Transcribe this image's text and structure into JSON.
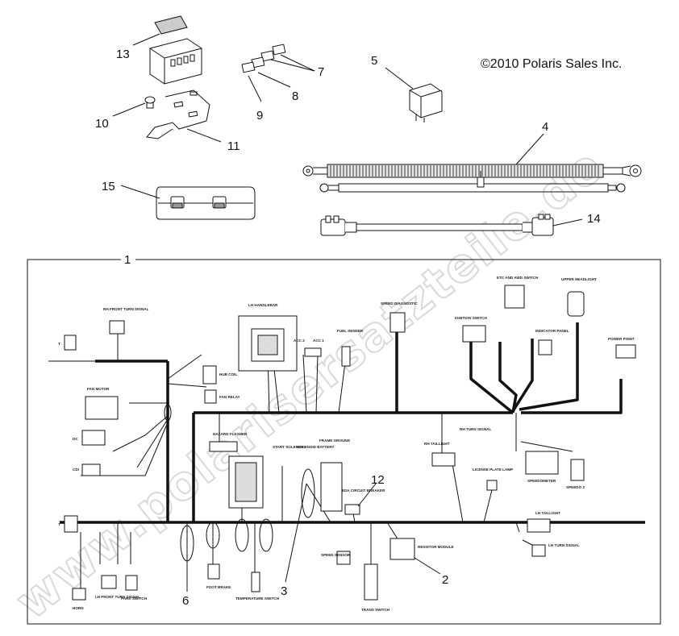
{
  "copyright": "©2010 Polaris Sales Inc.",
  "watermark": "www.polarisersatzteile.de",
  "callouts": [
    "1",
    "2",
    "3",
    "4",
    "5",
    "6",
    "7",
    "8",
    "9",
    "10",
    "11",
    "12",
    "13",
    "14",
    "15"
  ],
  "labels": {
    "rh_front_turn_signal": "RH FRONT TURN SIGNAL",
    "lh_handlebar": "LH HANDLEBAR",
    "speed_diagnostic": "SPEED DIAGNOSTIC",
    "etc_and_awd_switch": "ETC AND AWD SWITCH",
    "upper_headlight": "UPPER HEADLIGHT",
    "ignition_switch": "IGNITION SWITCH",
    "indicator_panel": "INDICATOR PANEL",
    "power_point": "POWER POINT",
    "fan_motor": "FAN MOTOR",
    "hub_coil": "HUB COIL",
    "fan_relay": "FAN RELAY",
    "fuel_sender": "FUEL SENDER",
    "acc_2": "ACC 2",
    "acc_1": "ACC 1",
    "hazard_flasher": "HAZARD FLASHER",
    "start_solenoid": "START SOLENOID",
    "solenoid_battery": "SOLENOID BATTERY",
    "frame_ground": "FRAME GROUND",
    "rh_taillight": "RH TAILLIGHT",
    "rh_turn_signal": "RH TURN SIGNAL",
    "license_plate_lamp": "LICENSE PLATE LAMP",
    "speedometer": "SPEEDOMETER",
    "speedo_2": "SPEEDO 2",
    "eda_circuit_breaker": "EDA CIRCUIT BREAKER",
    "speed_sensor": "SPEED SENSOR",
    "resistor_module": "RESISTOR MODULE",
    "trans_switch": "TRANS SWITCH",
    "lh_taillight": "LH TAILLIGHT",
    "lh_turn_signal": "LH TURN SIGNAL",
    "foot_brake": "FOOT BRAKE",
    "temperature_switch": "TEMPERATURE SWITCH",
    "lh_front_turn_signal": "LH FRONT TURN SIGNAL",
    "park_switch": "PARK SWITCH",
    "horn": "HORN",
    "dc": "DC",
    "cdi": "CDI",
    "t": "T"
  },
  "colors": {
    "line": "#111111",
    "watermark": "#d9d9d9",
    "background": "#ffffff"
  }
}
